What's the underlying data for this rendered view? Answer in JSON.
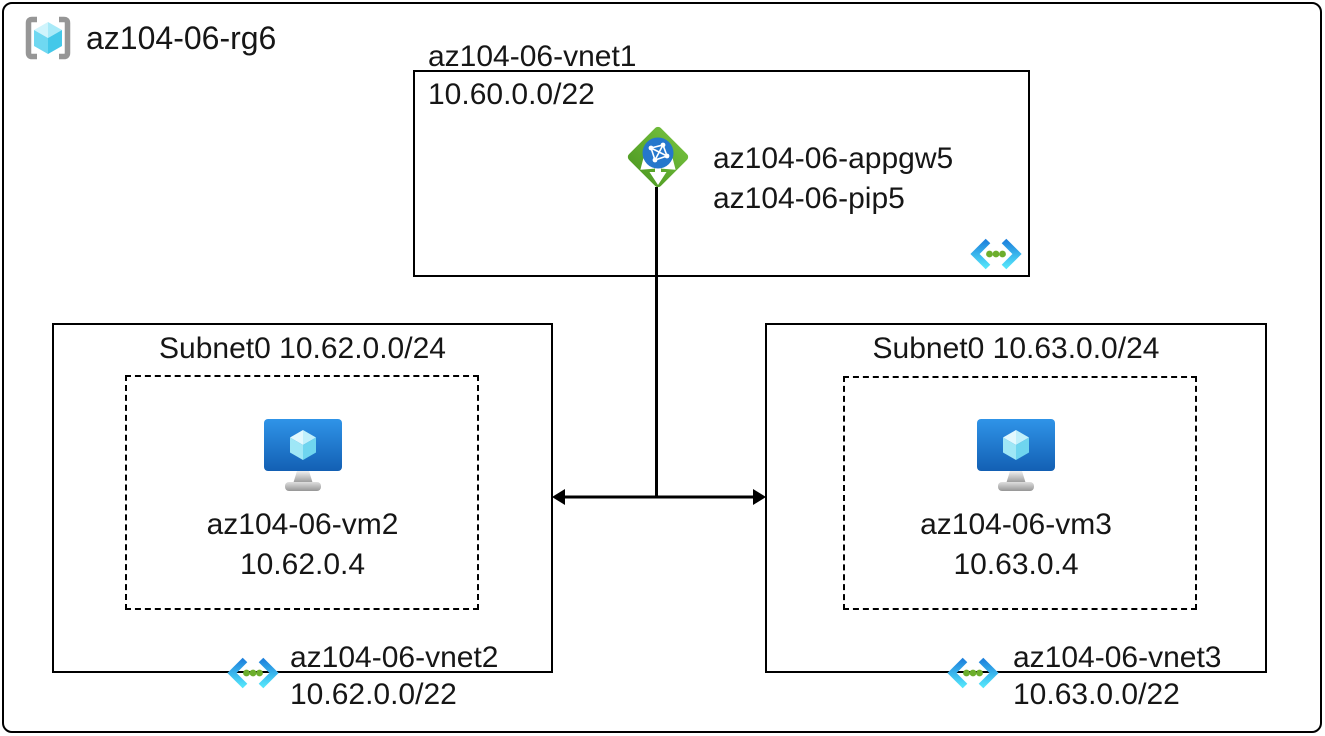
{
  "resource_group": {
    "name": "az104-06-rg6"
  },
  "vnet1": {
    "title": "az104-06-vnet1",
    "cidr": "10.60.0.0/22",
    "appgw_name": "az104-06-appgw5",
    "pip_name": "az104-06-pip5"
  },
  "subnet_left": {
    "title": "Subnet0 10.62.0.0/24",
    "vm_name": "az104-06-vm2",
    "vm_ip": "10.62.0.4",
    "vnet_name": "az104-06-vnet2",
    "vnet_cidr": "10.62.0.0/22"
  },
  "subnet_right": {
    "title": "Subnet0 10.63.0.0/24",
    "vm_name": "az104-06-vm3",
    "vm_ip": "10.63.0.4",
    "vnet_name": "az104-06-vnet3",
    "vnet_cidr": "10.63.0.0/22"
  },
  "colors": {
    "border": "#000000",
    "text": "#161616",
    "appgw_green": "#5fae2e",
    "globe_blue": "#2577cc",
    "vnet_blue_top": "#1f83dd",
    "vnet_cyan_bottom": "#54e4fa",
    "vnet_dot_green": "#6cae2c",
    "vm_screen_top": "#2f94e8",
    "vm_screen_bottom": "#1360b4",
    "cube_cyan": "#50c7e8",
    "bracket_gray": "#969696"
  }
}
